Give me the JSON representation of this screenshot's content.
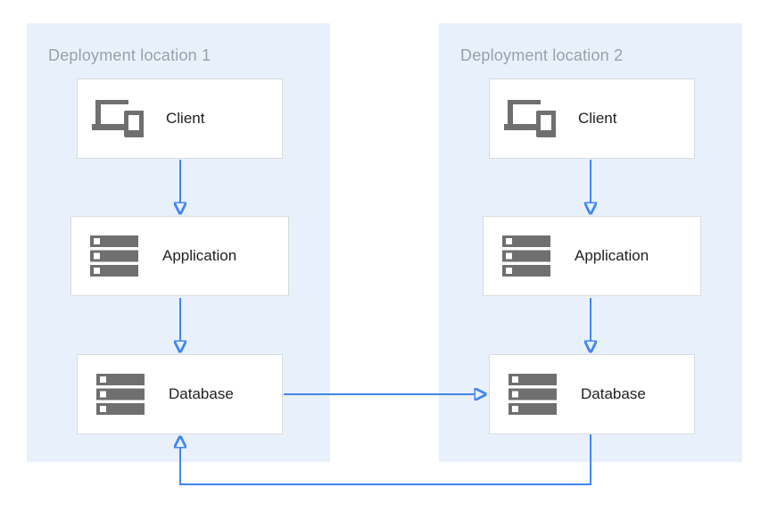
{
  "diagram": {
    "kind": "deployment-architecture-diagram",
    "panels": [
      {
        "title": "Deployment location 1",
        "nodes": [
          {
            "label": "Client",
            "icon": "devices-icon"
          },
          {
            "label": "Application",
            "icon": "server-stack-icon"
          },
          {
            "label": "Database",
            "icon": "server-stack-icon"
          }
        ]
      },
      {
        "title": "Deployment location 2",
        "nodes": [
          {
            "label": "Client",
            "icon": "devices-icon"
          },
          {
            "label": "Application",
            "icon": "server-stack-icon"
          },
          {
            "label": "Database",
            "icon": "server-stack-icon"
          }
        ]
      }
    ],
    "connections": [
      {
        "from": "client-1",
        "to": "application-1",
        "direction": "down"
      },
      {
        "from": "application-1",
        "to": "database-1",
        "direction": "down"
      },
      {
        "from": "client-2",
        "to": "application-2",
        "direction": "down"
      },
      {
        "from": "application-2",
        "to": "database-2",
        "direction": "down"
      },
      {
        "from": "database-1",
        "to": "database-2",
        "direction": "right"
      },
      {
        "from": "database-2",
        "to": "database-1",
        "direction": "loop-back-bottom"
      }
    ],
    "colors": {
      "panel_background": "#e8f1fb",
      "arrow": "#4285f4",
      "box_background": "#ffffff",
      "box_border": "#d9dadc",
      "title_text": "#9aa0a6",
      "label_text": "#212121",
      "icon": "#6f6f6f"
    }
  }
}
